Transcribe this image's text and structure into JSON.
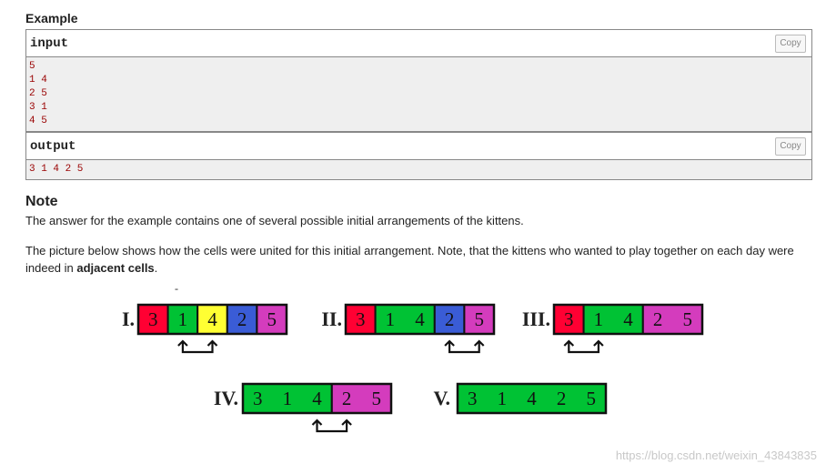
{
  "example": {
    "title": "Example",
    "input_label": "input",
    "input_lines": "5\n1 4\n2 5\n3 1\n4 5",
    "output_label": "output",
    "output_lines": "3 1 4 2 5",
    "copy_label": "Copy"
  },
  "note": {
    "title": "Note",
    "p1": "The answer for the example contains one of several possible initial arrangements of the kittens.",
    "p2_start": "The picture below shows how the cells were united for this initial arrangement. Note, that the kittens who wanted to play together on each day were indeed in ",
    "p2_bold": "adjacent cells",
    "p2_end": "."
  },
  "figure": {
    "stray_mark": "-",
    "colors": {
      "red": "#ff0033",
      "green": "#00c234",
      "yellow": "#ffff33",
      "blue": "#3a5cd6",
      "magenta": "#d43cbd"
    },
    "steps": [
      {
        "roman": "I.",
        "groups": [
          {
            "color": "red",
            "nums": [
              "3"
            ]
          },
          {
            "color": "green",
            "nums": [
              "1"
            ]
          },
          {
            "color": "yellow",
            "nums": [
              "4"
            ]
          },
          {
            "color": "blue",
            "nums": [
              "2"
            ]
          },
          {
            "color": "magenta",
            "nums": [
              "5"
            ]
          }
        ],
        "arrow_between": [
          1,
          2
        ]
      },
      {
        "roman": "II.",
        "groups": [
          {
            "color": "red",
            "nums": [
              "3"
            ]
          },
          {
            "color": "green",
            "nums": [
              "1",
              "4"
            ]
          },
          {
            "color": "blue",
            "nums": [
              "2"
            ]
          },
          {
            "color": "magenta",
            "nums": [
              "5"
            ]
          }
        ],
        "arrow_between": [
          2,
          3
        ]
      },
      {
        "roman": "III.",
        "groups": [
          {
            "color": "red",
            "nums": [
              "3"
            ]
          },
          {
            "color": "green",
            "nums": [
              "1",
              "4"
            ]
          },
          {
            "color": "magenta",
            "nums": [
              "2",
              "5"
            ]
          }
        ],
        "arrow_between": [
          0,
          1
        ]
      },
      {
        "roman": "IV.",
        "groups": [
          {
            "color": "green",
            "nums": [
              "3",
              "1",
              "4"
            ]
          },
          {
            "color": "magenta",
            "nums": [
              "2",
              "5"
            ]
          }
        ],
        "arrow_between": [
          0,
          1
        ]
      },
      {
        "roman": "V.",
        "groups": [
          {
            "color": "green",
            "nums": [
              "3",
              "1",
              "4",
              "2",
              "5"
            ]
          }
        ],
        "arrow_between": null
      }
    ]
  },
  "watermark": "https://blog.csdn.net/weixin_43843835"
}
